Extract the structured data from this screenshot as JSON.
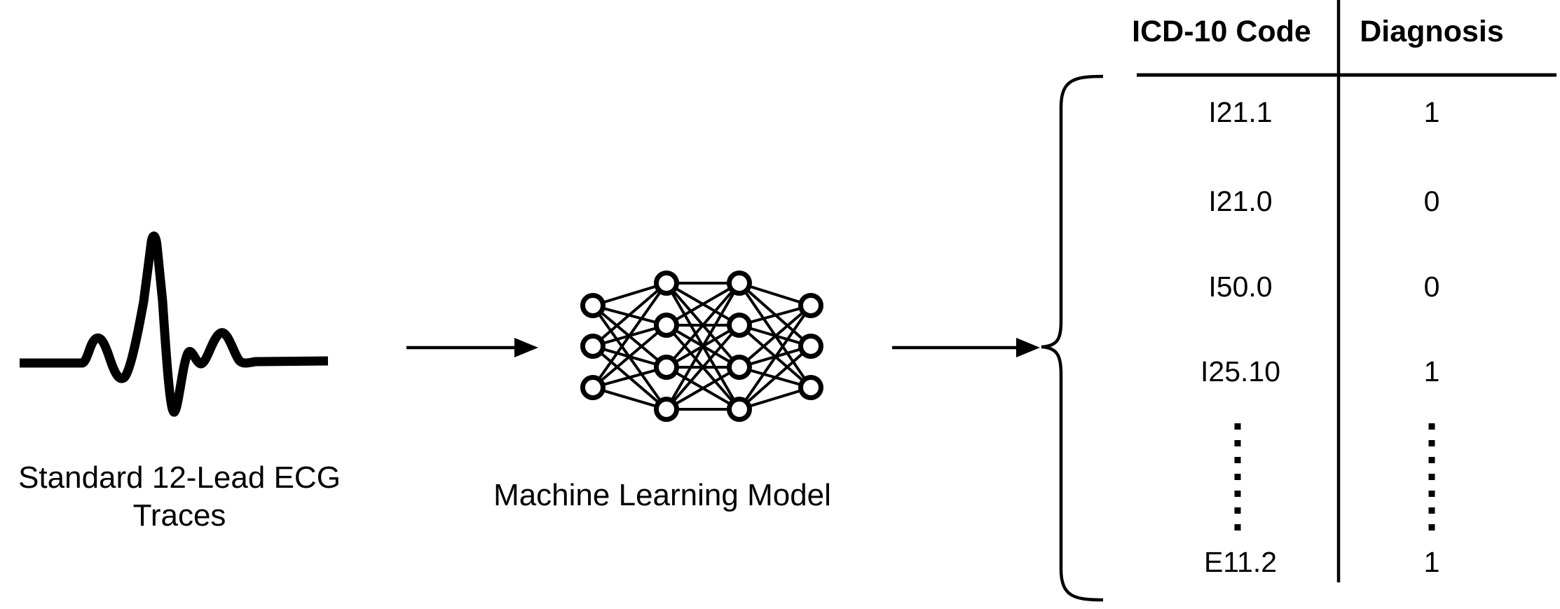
{
  "figure": {
    "input": {
      "label_line1": "Standard 12-Lead ECG",
      "label_line2": "Traces",
      "icon": "ecg-waveform-icon"
    },
    "model": {
      "label": "Machine Learning Model",
      "icon": "neural-network-icon",
      "layers": [
        3,
        4,
        4,
        3
      ]
    },
    "output_table": {
      "columns": [
        "ICD-10 Code",
        "Diagnosis"
      ],
      "rows": [
        {
          "code": "I21.1",
          "diagnosis": "1"
        },
        {
          "code": "I21.0",
          "diagnosis": "0"
        },
        {
          "code": "I50.0",
          "diagnosis": "0"
        },
        {
          "code": "I25.10",
          "diagnosis": "1"
        },
        {
          "code": "⋮",
          "diagnosis": "⋮",
          "ellipsis": true
        },
        {
          "code": "E11.2",
          "diagnosis": "1"
        }
      ]
    },
    "colors": {
      "ink": "#000000",
      "background": "#ffffff"
    }
  }
}
